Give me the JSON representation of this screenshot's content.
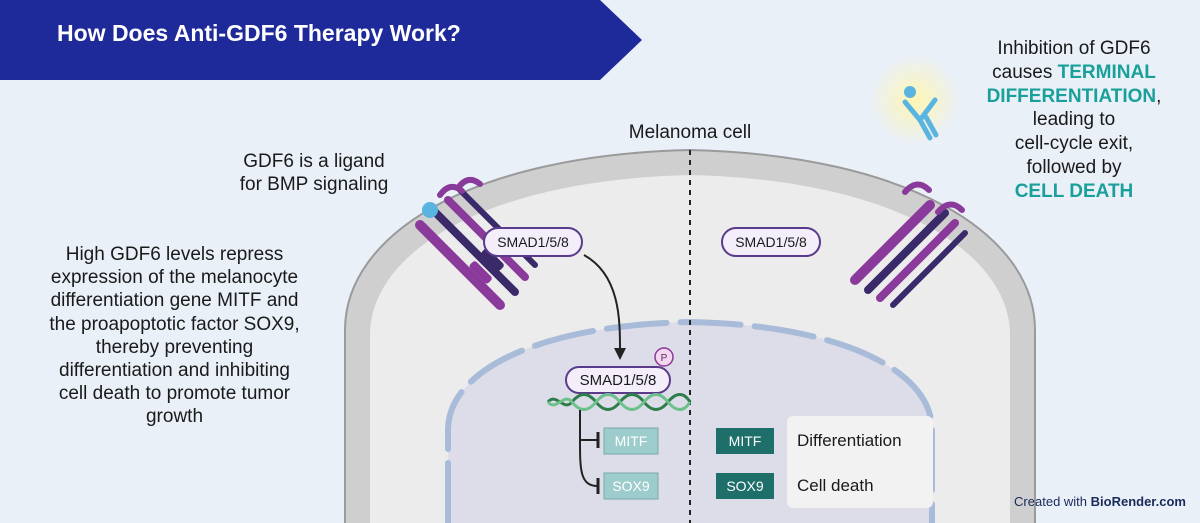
{
  "title": "How Does Anti-GDF6 Therapy Work?",
  "cell_label": "Melanoma cell",
  "ligand_note": [
    "GDF6 is a ligand",
    "for BMP signaling"
  ],
  "left_explanation": [
    "High GDF6 levels repress",
    "expression of the melanocyte",
    "differentiation gene MITF and",
    "the proapoptotic factor SOX9,",
    "thereby preventing",
    "differentiation and inhibiting",
    "cell death to promote tumor",
    "growth"
  ],
  "right_explanation": {
    "line1": "Inhibition of GDF6",
    "line2_prefix": "causes ",
    "line2_highlight": "TERMINAL",
    "line3_highlight": "DIFFERENTIATION",
    "line3_suffix": ",",
    "line4": "leading to",
    "line5": "cell-cycle exit,",
    "line6": "followed by",
    "line7_highlight": "CELL DEATH"
  },
  "smad_left": "SMAD1/5/8",
  "smad_right": "SMAD1/5/8",
  "smad_nuclear": "SMAD1/5/8",
  "phospho_label": "P",
  "genes_repressed": [
    "MITF",
    "SOX9"
  ],
  "genes_active": [
    "MITF",
    "SOX9"
  ],
  "outcomes": [
    "Differentiation",
    "Cell death"
  ],
  "footer": {
    "prefix": "Created with ",
    "brand": "BioRender.com"
  },
  "colors": {
    "banner": "#1f2a9a",
    "teal": "#1aa09a",
    "receptor": "#8a3a9a",
    "receptor_dark": "#3a2a6a",
    "gene_active": "#1e6e6a",
    "gene_repressed": "#9ccccb",
    "ligand": "#5ab4e0"
  }
}
